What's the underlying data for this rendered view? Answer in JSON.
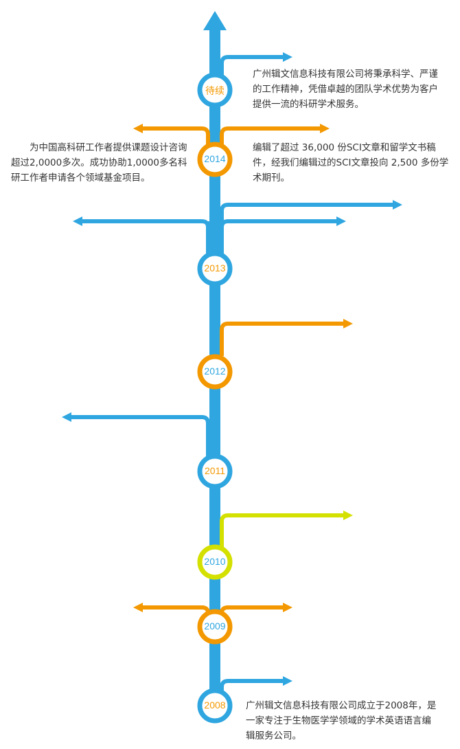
{
  "colors": {
    "blue": "#2fa6e0",
    "orange": "#f39800",
    "lime": "#d4e000",
    "text": "#333333"
  },
  "nodes": [
    {
      "label": "待续",
      "ring": "blue",
      "text_color": "orange"
    },
    {
      "label": "2014",
      "ring": "orange",
      "text_color": "blue"
    },
    {
      "label": "2013",
      "ring": "blue",
      "text_color": "orange"
    },
    {
      "label": "2012",
      "ring": "orange",
      "text_color": "blue"
    },
    {
      "label": "2011",
      "ring": "blue",
      "text_color": "orange"
    },
    {
      "label": "2010",
      "ring": "lime",
      "text_color": "blue"
    },
    {
      "label": "2009",
      "ring": "orange",
      "text_color": "blue"
    },
    {
      "label": "2008",
      "ring": "blue",
      "text_color": "orange"
    }
  ],
  "descriptions": {
    "future": "广州辑文信息科技有限公司将秉承科学、严谨的工作精神，凭借卓越的团队学术优势为客户提供一流的科研学术服务。",
    "y2014_right": "编辑了超过 36,000 份SCI文章和留学文书稿件，经我们编辑过的SCI文章投向 2,500 多份学术期刊。",
    "y2014_left": "为中国高科研工作者提供课题设计咨询超过2,0000多次。成功协助1,0000多名科研工作者申请各个领域基金项目。",
    "y2008": "广州辑文信息科技有限公司成立于2008年，是一家专注于生物医学学领域的学术英语语言编辑服务公司。"
  }
}
